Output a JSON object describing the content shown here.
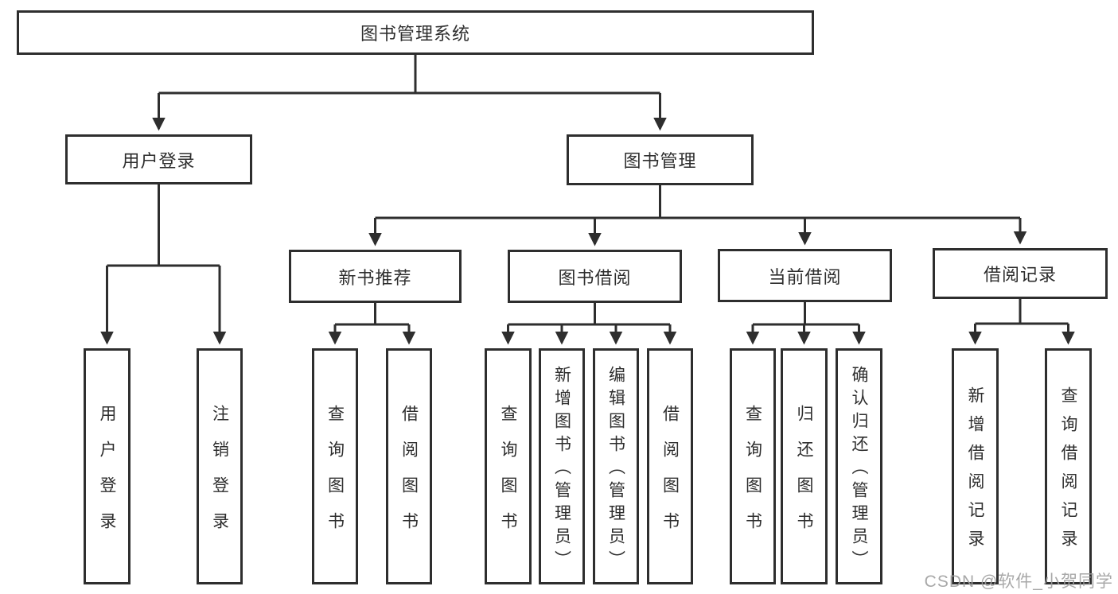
{
  "title": "图书管理系统",
  "watermark": "CSDN @软件_小贺同学",
  "colors": {
    "line": "#2e2e2e",
    "text": "#2e2e2e",
    "box_background": "#ffffff",
    "watermark": "#9e9e9e"
  },
  "tree": {
    "label": "图书管理系统",
    "children": [
      {
        "label": "用户登录",
        "children": [
          {
            "label": "用户登录"
          },
          {
            "label": "注销登录"
          }
        ]
      },
      {
        "label": "图书管理",
        "children": [
          {
            "label": "新书推荐",
            "children": [
              {
                "label": "查询图书"
              },
              {
                "label": "借阅图书"
              }
            ]
          },
          {
            "label": "图书借阅",
            "children": [
              {
                "label": "查询图书"
              },
              {
                "label": "新增图书（管理员）"
              },
              {
                "label": "编辑图书（管理员）"
              },
              {
                "label": "借阅图书"
              }
            ]
          },
          {
            "label": "当前借阅",
            "children": [
              {
                "label": "查询图书"
              },
              {
                "label": "归还图书"
              },
              {
                "label": "确认归还（管理员）"
              }
            ]
          },
          {
            "label": "借阅记录",
            "children": [
              {
                "label": "新增借阅记录"
              },
              {
                "label": "查询借阅记录"
              }
            ]
          }
        ]
      }
    ]
  }
}
